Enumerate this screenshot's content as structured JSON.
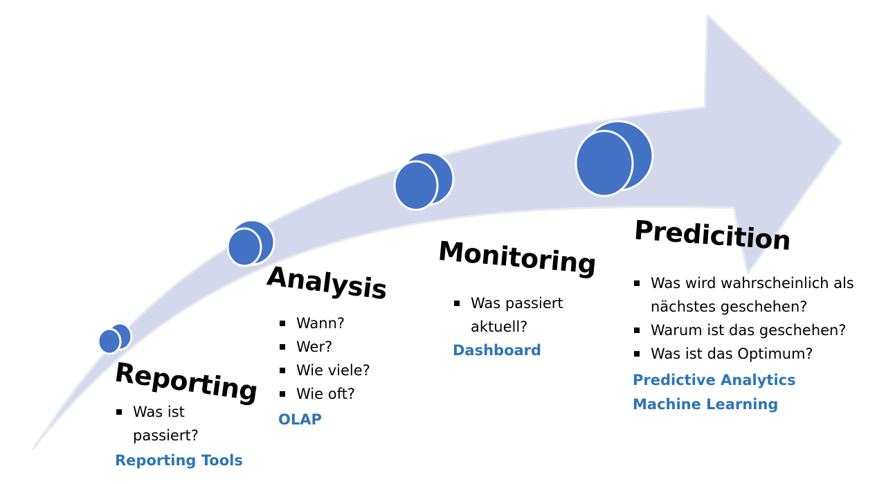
{
  "colors": {
    "arrow_fill": "#d3d8ea",
    "arrow_edge": "#e6e9f3",
    "cylinder_fill": "#4472c4",
    "cylinder_stroke": "#ffffff",
    "tool_text": "#2e75b6"
  },
  "icons": {
    "stage_marker": "cylinder-icon"
  },
  "stages": [
    {
      "title": "Reporting",
      "bullets": [
        "Was ist passiert?"
      ],
      "tools": [
        "Reporting Tools"
      ]
    },
    {
      "title": "Analysis",
      "bullets": [
        "Wann?",
        "Wer?",
        "Wie viele?",
        "Wie oft?"
      ],
      "tools": [
        "OLAP"
      ]
    },
    {
      "title": "Monitoring",
      "bullets": [
        "Was passiert aktuell?"
      ],
      "tools": [
        "Dashboard"
      ]
    },
    {
      "title": "Predicition",
      "bullets": [
        "Was wird wahrscheinlich als nächstes geschehen?",
        "Warum ist das geschehen?",
        "Was ist das Optimum?"
      ],
      "tools": [
        "Predictive Analytics",
        "Machine Learning"
      ]
    }
  ]
}
